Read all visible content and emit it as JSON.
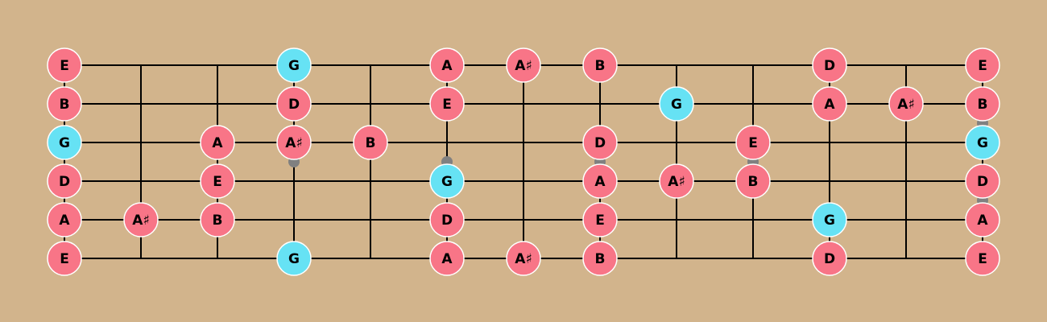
{
  "colors": {
    "background": "#d2b48c",
    "line": "#000000",
    "marker": "#808080",
    "note_default": "#f87587",
    "note_root": "#66e2f4",
    "note_border": "#ffffff",
    "note_text": "#000000"
  },
  "fretboard": {
    "string_count": 6,
    "fret_count": 12,
    "strings": [
      "E",
      "B",
      "G",
      "D",
      "A",
      "E"
    ],
    "root_note": "G",
    "fret_markers": [
      3,
      5,
      7,
      9,
      12
    ],
    "double_marker_frets": [
      12
    ]
  },
  "notes": [
    {
      "string": 1,
      "fret": 0,
      "label": "E"
    },
    {
      "string": 1,
      "fret": 3,
      "label": "G",
      "root": true
    },
    {
      "string": 1,
      "fret": 5,
      "label": "A"
    },
    {
      "string": 1,
      "fret": 6,
      "label": "A♯"
    },
    {
      "string": 1,
      "fret": 7,
      "label": "B"
    },
    {
      "string": 1,
      "fret": 10,
      "label": "D"
    },
    {
      "string": 1,
      "fret": 12,
      "label": "E"
    },
    {
      "string": 2,
      "fret": 0,
      "label": "B"
    },
    {
      "string": 2,
      "fret": 3,
      "label": "D"
    },
    {
      "string": 2,
      "fret": 5,
      "label": "E"
    },
    {
      "string": 2,
      "fret": 8,
      "label": "G",
      "root": true
    },
    {
      "string": 2,
      "fret": 10,
      "label": "A"
    },
    {
      "string": 2,
      "fret": 11,
      "label": "A♯"
    },
    {
      "string": 2,
      "fret": 12,
      "label": "B"
    },
    {
      "string": 3,
      "fret": 0,
      "label": "G",
      "root": true
    },
    {
      "string": 3,
      "fret": 2,
      "label": "A"
    },
    {
      "string": 3,
      "fret": 3,
      "label": "A♯"
    },
    {
      "string": 3,
      "fret": 4,
      "label": "B"
    },
    {
      "string": 3,
      "fret": 7,
      "label": "D"
    },
    {
      "string": 3,
      "fret": 9,
      "label": "E"
    },
    {
      "string": 3,
      "fret": 12,
      "label": "G",
      "root": true
    },
    {
      "string": 4,
      "fret": 0,
      "label": "D"
    },
    {
      "string": 4,
      "fret": 2,
      "label": "E"
    },
    {
      "string": 4,
      "fret": 5,
      "label": "G",
      "root": true
    },
    {
      "string": 4,
      "fret": 7,
      "label": "A"
    },
    {
      "string": 4,
      "fret": 8,
      "label": "A♯"
    },
    {
      "string": 4,
      "fret": 9,
      "label": "B"
    },
    {
      "string": 4,
      "fret": 12,
      "label": "D"
    },
    {
      "string": 5,
      "fret": 0,
      "label": "A"
    },
    {
      "string": 5,
      "fret": 1,
      "label": "A♯"
    },
    {
      "string": 5,
      "fret": 2,
      "label": "B"
    },
    {
      "string": 5,
      "fret": 5,
      "label": "D"
    },
    {
      "string": 5,
      "fret": 7,
      "label": "E"
    },
    {
      "string": 5,
      "fret": 10,
      "label": "G",
      "root": true
    },
    {
      "string": 5,
      "fret": 12,
      "label": "A"
    },
    {
      "string": 6,
      "fret": 0,
      "label": "E"
    },
    {
      "string": 6,
      "fret": 3,
      "label": "G",
      "root": true
    },
    {
      "string": 6,
      "fret": 5,
      "label": "A"
    },
    {
      "string": 6,
      "fret": 6,
      "label": "A♯"
    },
    {
      "string": 6,
      "fret": 7,
      "label": "B"
    },
    {
      "string": 6,
      "fret": 10,
      "label": "D"
    },
    {
      "string": 6,
      "fret": 12,
      "label": "E"
    }
  ]
}
